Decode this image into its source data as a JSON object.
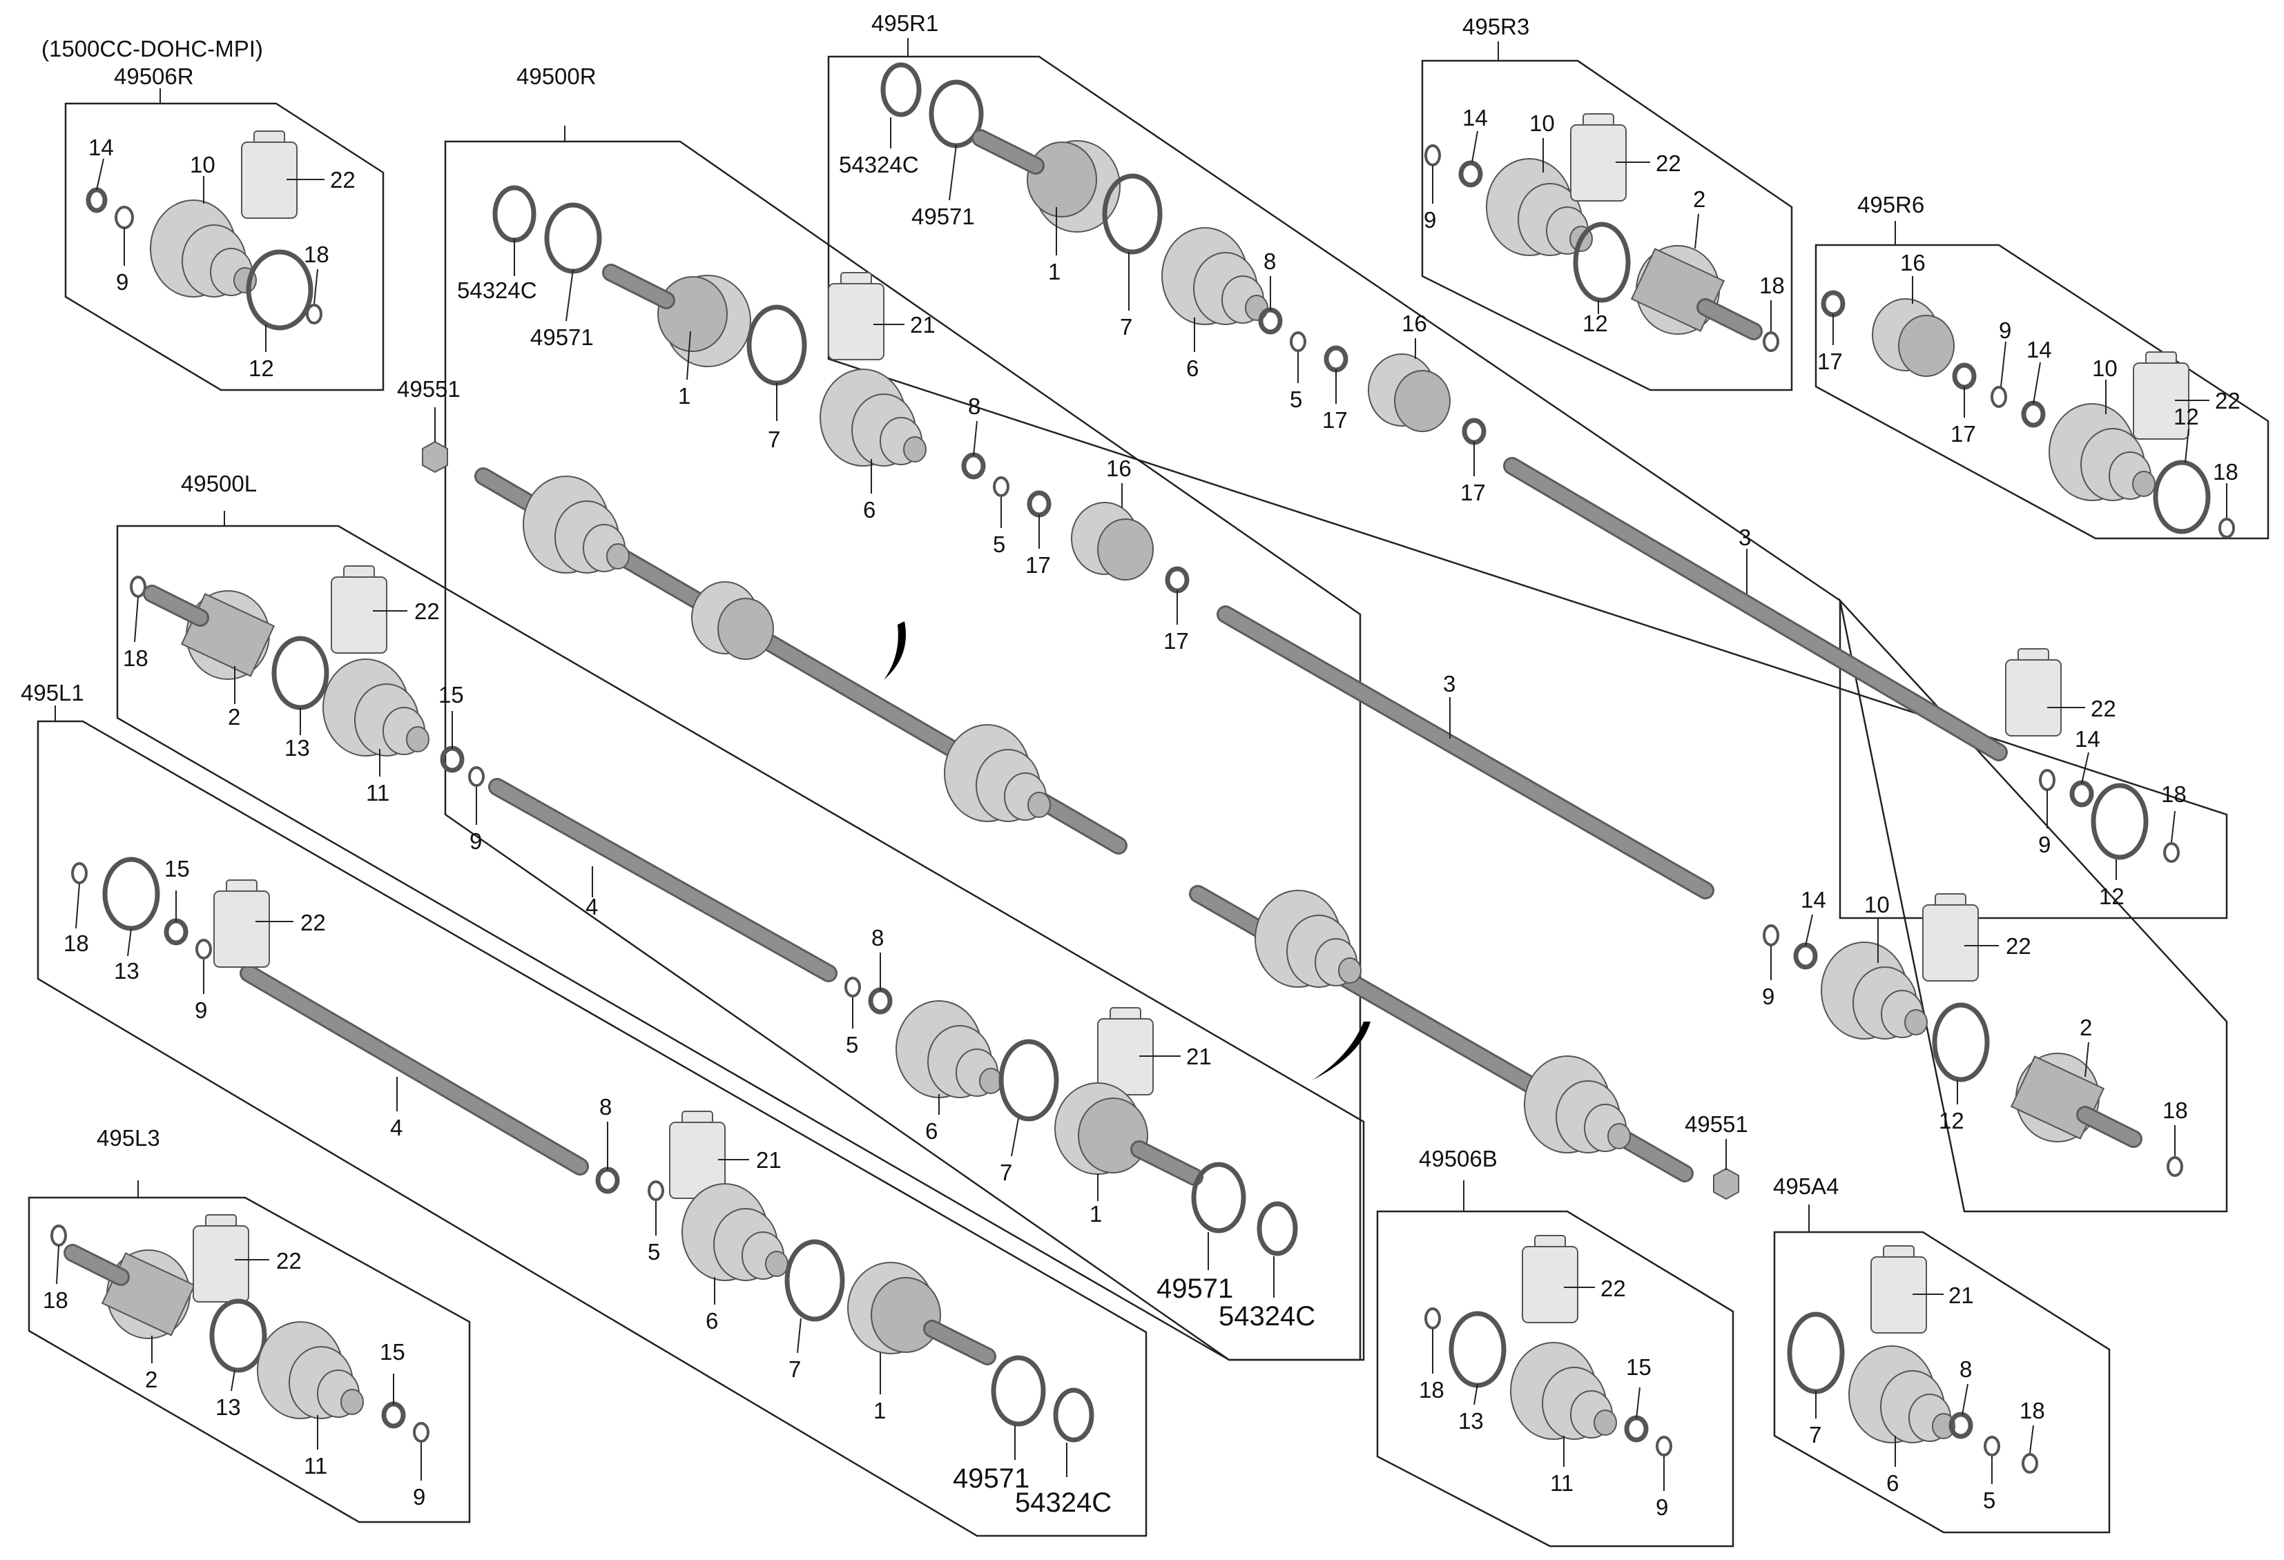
{
  "diagram": {
    "note": "(1500CC-DOHC-MPI)",
    "groups": {
      "g49506R": "49506R",
      "g49500R": "49500R",
      "g495R1": "495R1",
      "g495R3": "495R3",
      "g495R6": "495R6",
      "g49500L": "49500L",
      "g495L1": "495L1",
      "g495L3": "495L3",
      "g49506B": "49506B",
      "g495A4": "495A4",
      "g49551a": "49551",
      "g49551b": "49551"
    },
    "parts": {
      "p1": "1",
      "p2": "2",
      "p3": "3",
      "p4": "4",
      "p5": "5",
      "p6": "6",
      "p7": "7",
      "p8": "8",
      "p9": "9",
      "p10": "10",
      "p11": "11",
      "p12": "12",
      "p13": "13",
      "p14": "14",
      "p15": "15",
      "p16": "16",
      "p17": "17",
      "p18": "18",
      "p21": "21",
      "p22": "22",
      "p54324C": "54324C",
      "p49571": "49571"
    }
  }
}
